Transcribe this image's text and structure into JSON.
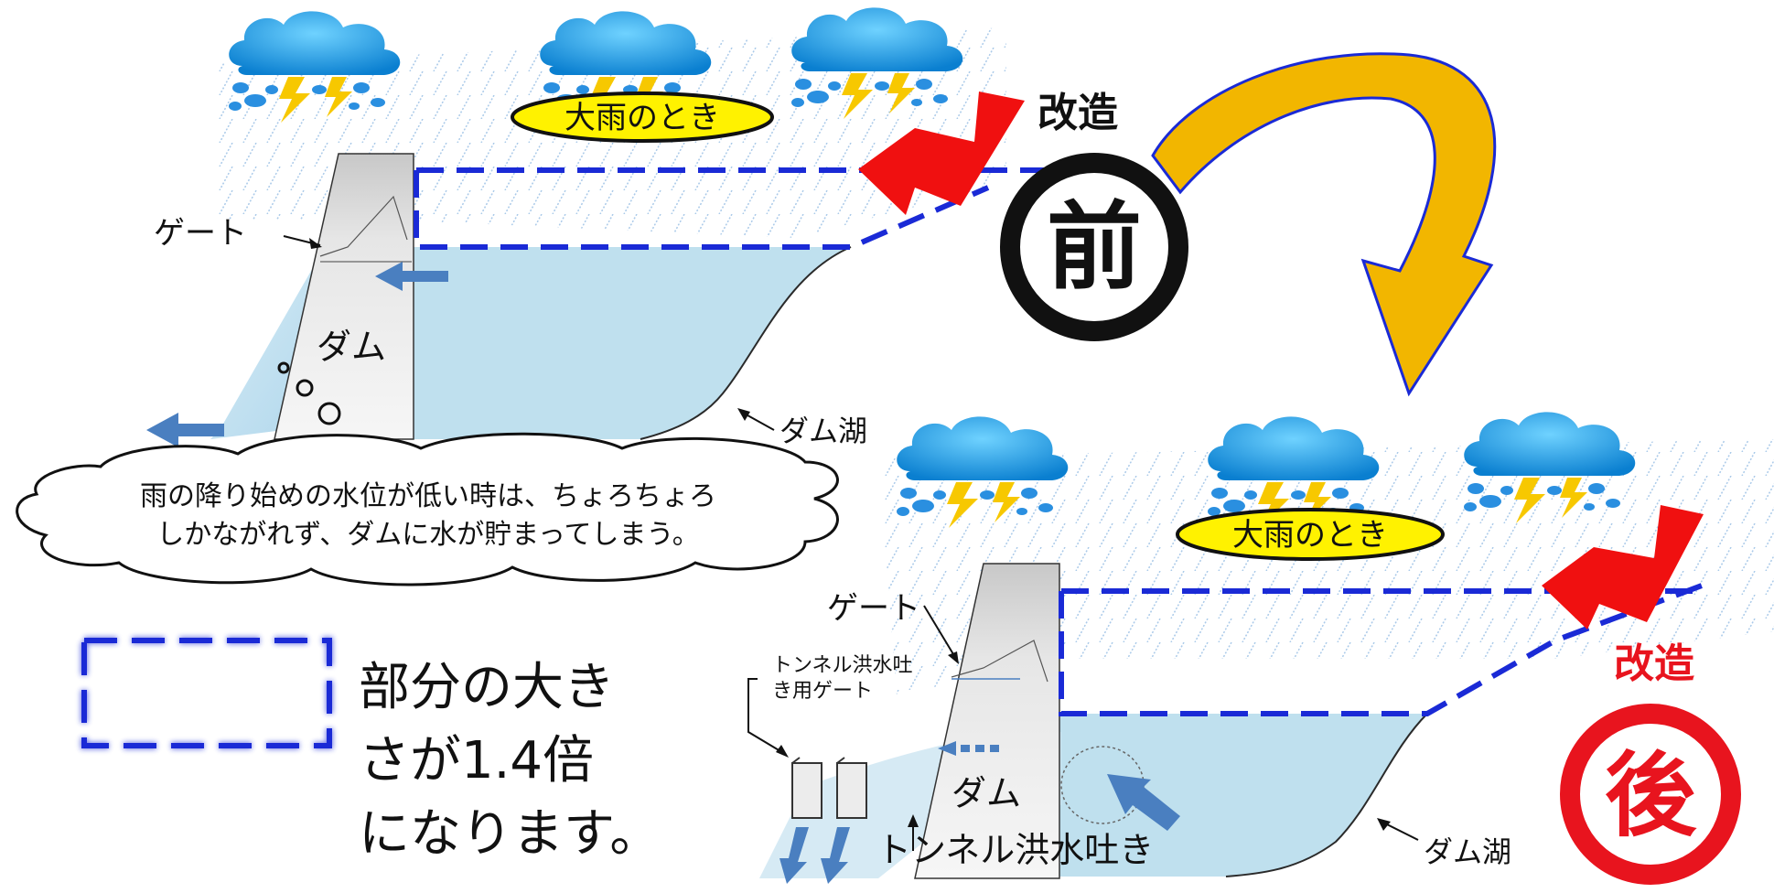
{
  "before": {
    "heavy_rain": "大雨のとき",
    "stamp_top": "改造",
    "stamp_char": "前",
    "gate": "ゲート",
    "dam": "ダム",
    "lake": "ダム湖",
    "cloud_text_line1": "雨の降り始めの水位が低い時は、ちょろちょろ",
    "cloud_text_line2": "しかながれず、ダムに水が貯まってしまう。"
  },
  "after": {
    "heavy_rain": "大雨のとき",
    "stamp_top": "改造",
    "stamp_char": "後",
    "gate": "ゲート",
    "tunnel_gate_line1": "トンネル洪水吐",
    "tunnel_gate_line2": "き用ゲート",
    "dam": "ダム",
    "tunnel_spillway": "トンネル洪水吐き",
    "lake": "ダム湖"
  },
  "legend": {
    "line1": "部分の大き",
    "line2": "さが1.4倍",
    "line3": "になります。"
  },
  "colors": {
    "dashed_box": "#1a2ad6",
    "water": "#bfe0ee",
    "arrow_red": "#f01010",
    "arrow_blue": "#4a7fc0",
    "curved_arrow": "#f2b600",
    "label_yellow": "#fff200",
    "stamp_after": "#e8141e"
  }
}
